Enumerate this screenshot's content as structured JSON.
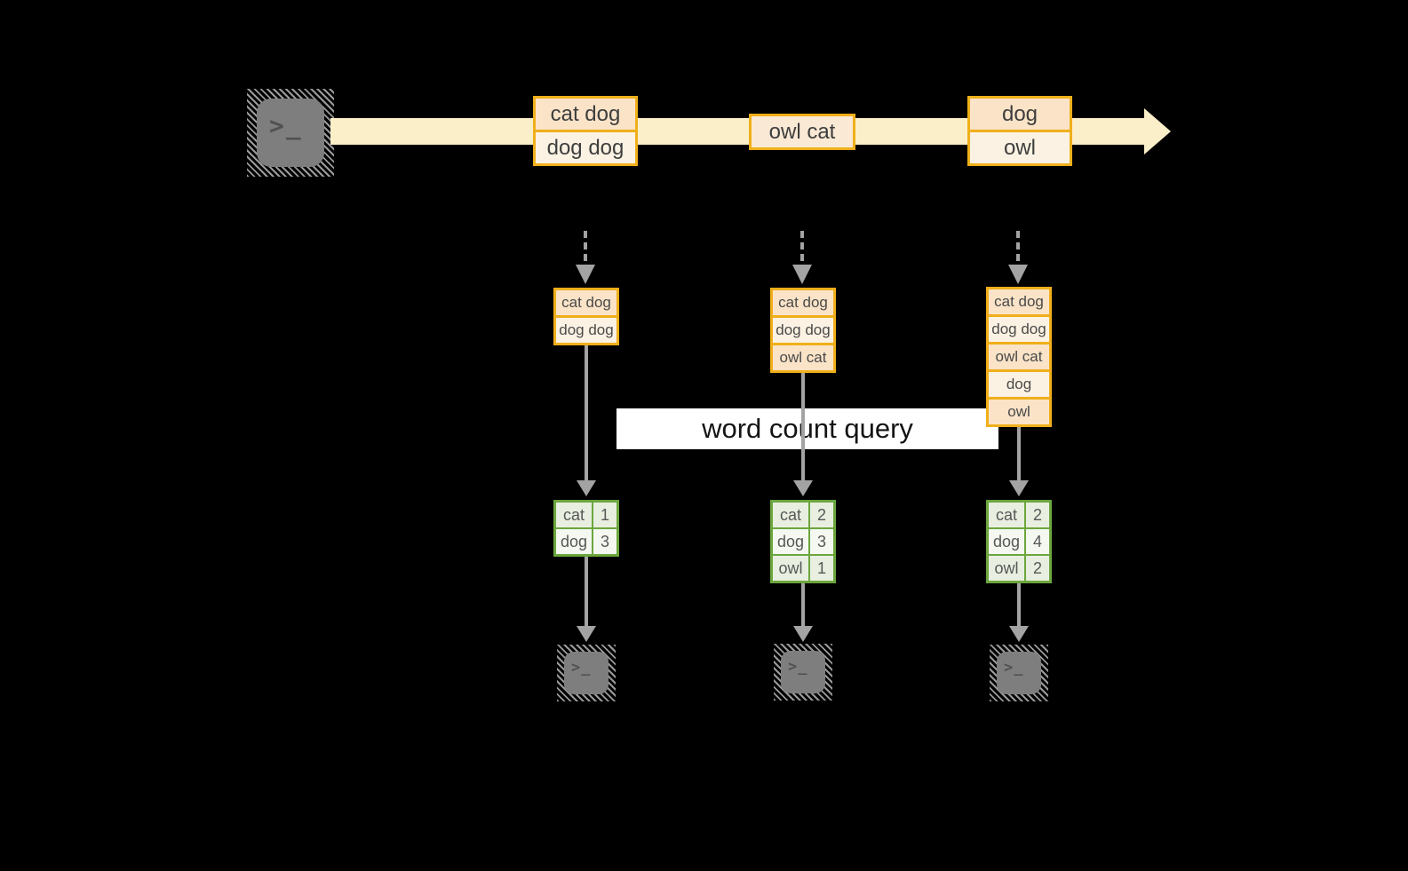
{
  "palette": {
    "background": "#000000",
    "stream_band": "#FBEFCA",
    "amber_border": "#F0AF1A",
    "peach_dark": "#FAE3C7",
    "peach_light": "#FCF2E3",
    "peach_mid": "#FAE9D4",
    "green_border": "#6CA63E",
    "green_row_dark": "#E8EFE0",
    "green_row_light": "#F4F8F0",
    "arrow_gray": "#A3A3A3",
    "terminal_gray": "#7E7E7E",
    "query_band_bg": "#FFFFFF"
  },
  "icons": {
    "source": "terminal-icon",
    "sink": "terminal-icon",
    "glyph": ">_"
  },
  "query_label": "word count query",
  "timeline": {
    "events": [
      {
        "lines": [
          {
            "text": "cat dog"
          },
          {
            "text": "dog dog"
          }
        ]
      },
      {
        "lines": [
          {
            "text": "owl cat"
          }
        ]
      },
      {
        "lines": [
          {
            "text": "dog"
          },
          {
            "text": "owl"
          }
        ]
      }
    ]
  },
  "columns": [
    {
      "state": [
        {
          "text": "cat dog"
        },
        {
          "text": "dog dog"
        }
      ],
      "counts": [
        {
          "word": "cat",
          "value": "1"
        },
        {
          "word": "dog",
          "value": "3"
        }
      ]
    },
    {
      "state": [
        {
          "text": "cat dog"
        },
        {
          "text": "dog dog"
        },
        {
          "text": "owl cat"
        }
      ],
      "counts": [
        {
          "word": "cat",
          "value": "2"
        },
        {
          "word": "dog",
          "value": "3"
        },
        {
          "word": "owl",
          "value": "1"
        }
      ]
    },
    {
      "state": [
        {
          "text": "cat dog"
        },
        {
          "text": "dog dog"
        },
        {
          "text": "owl cat"
        },
        {
          "text": "dog"
        },
        {
          "text": "owl"
        }
      ],
      "counts": [
        {
          "word": "cat",
          "value": "2"
        },
        {
          "word": "dog",
          "value": "4"
        },
        {
          "word": "owl",
          "value": "2"
        }
      ]
    }
  ]
}
